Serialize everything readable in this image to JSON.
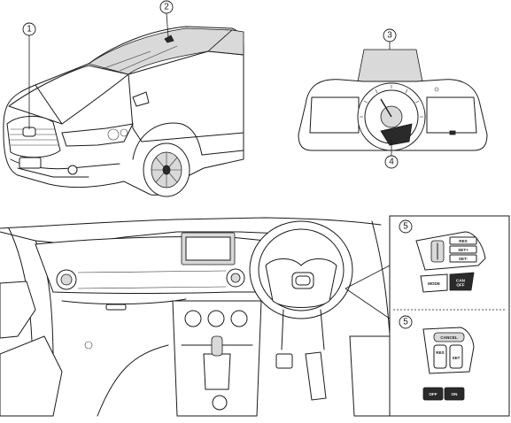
{
  "callouts": [
    {
      "id": "callout-1",
      "label": "1"
    },
    {
      "id": "callout-2",
      "label": "2"
    },
    {
      "id": "callout-3",
      "label": "3"
    },
    {
      "id": "callout-4",
      "label": "4"
    },
    {
      "id": "callout-5a",
      "label": "5"
    },
    {
      "id": "callout-5b",
      "label": "5"
    }
  ],
  "switch_panel_upper": {
    "mode": "MODE",
    "cancel_off": "CAN\nOFF",
    "res": "RES",
    "set_plus": "SET+",
    "set_minus": "SET-"
  },
  "switch_panel_lower": {
    "cancel": "CANCEL",
    "res": "RES",
    "set": "SET",
    "off": "OFF",
    "on": "ON"
  },
  "colors": {
    "line": "#1a1a1a",
    "fill_gray": "#d9d9d9",
    "background": "#ffffff"
  },
  "icons": [
    "car-front-view",
    "instrument-cluster",
    "dashboard-interior",
    "steering-switch-panel"
  ]
}
